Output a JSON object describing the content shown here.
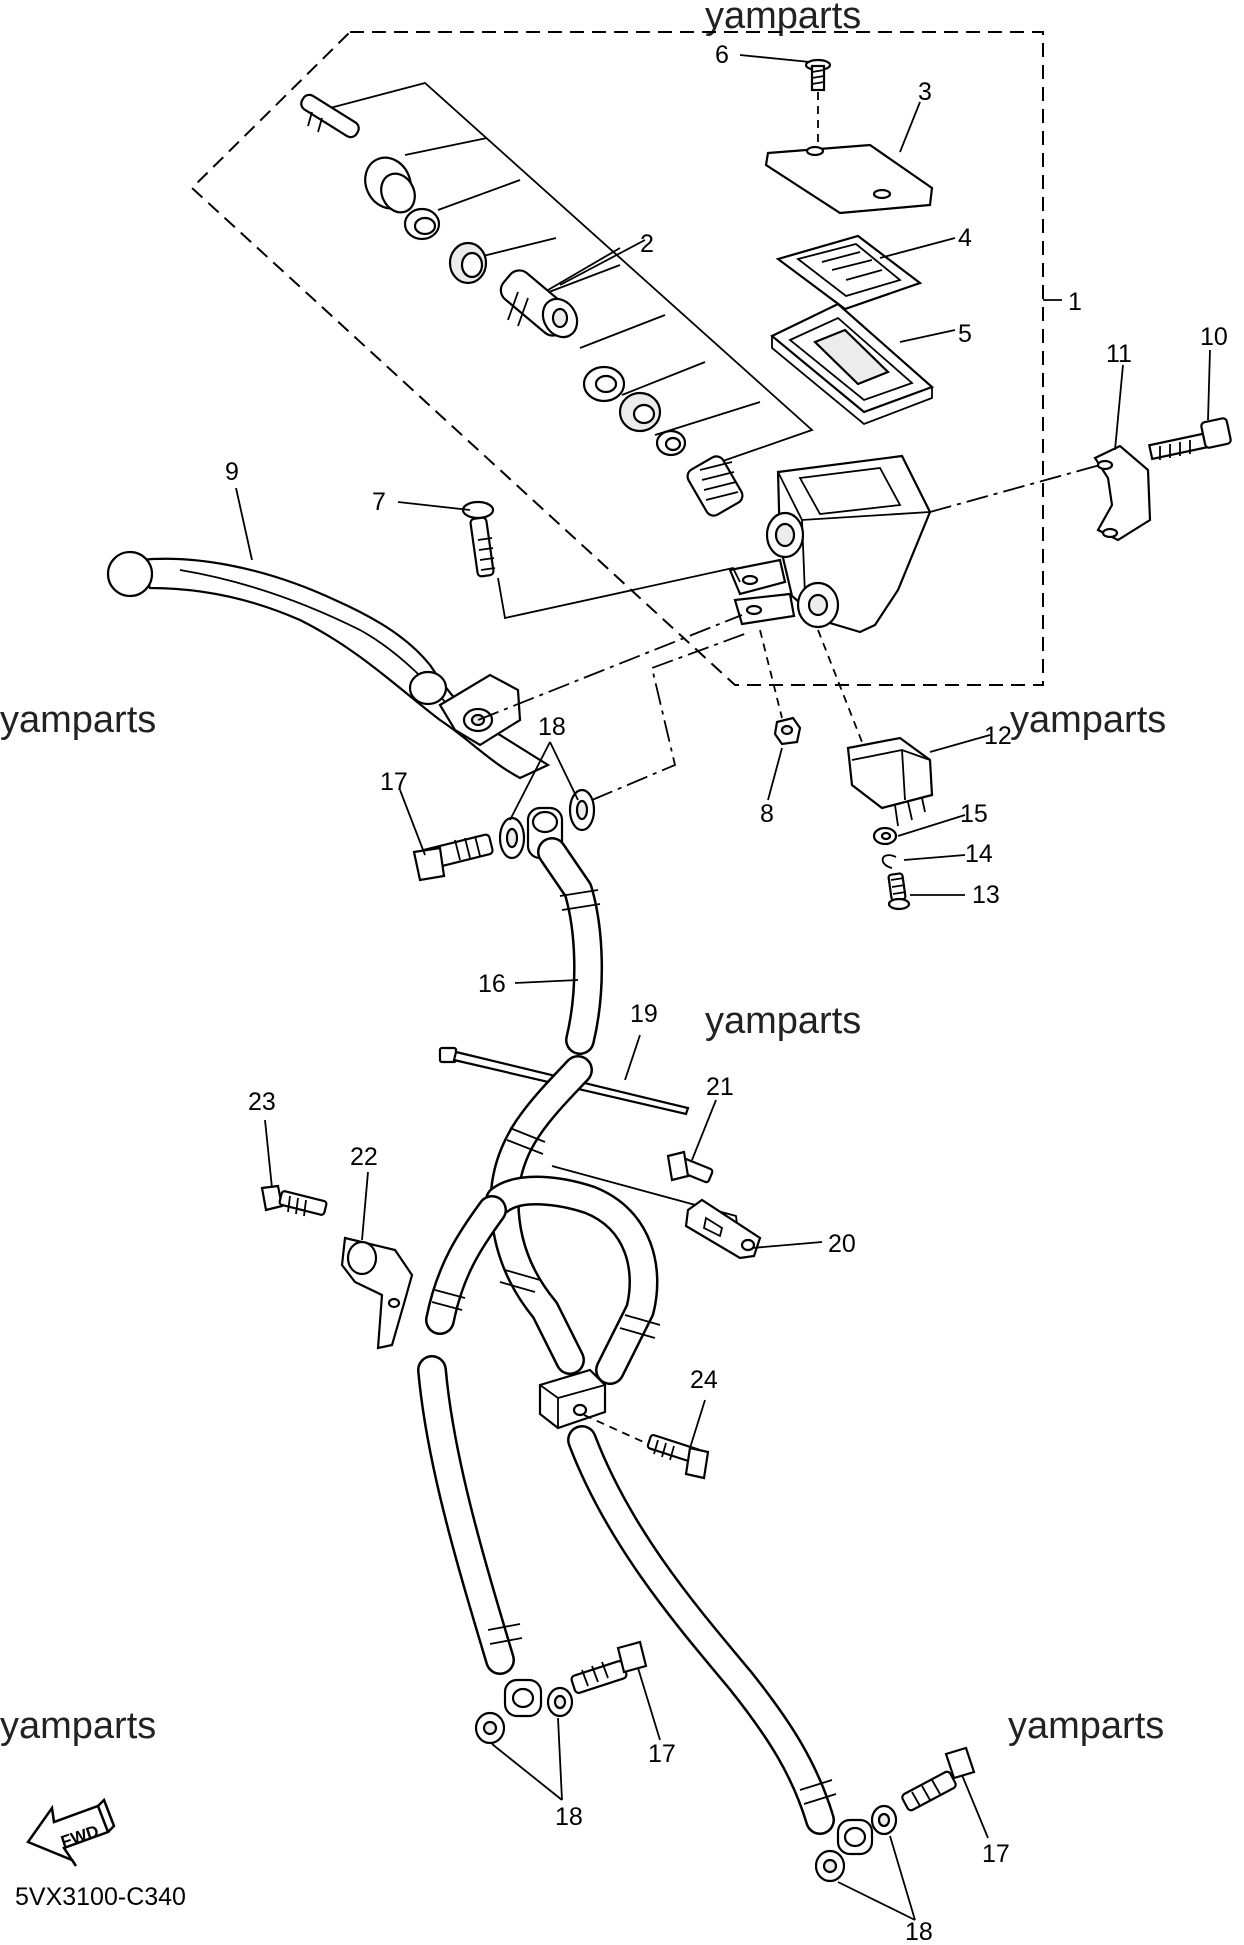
{
  "diagram": {
    "watermark": "yamparts",
    "code": "5VX3100-C340",
    "fwd_label": "FWD",
    "callouts": {
      "c1": "1",
      "c2": "2",
      "c3": "3",
      "c4": "4",
      "c5": "5",
      "c6": "6",
      "c7": "7",
      "c8": "8",
      "c9": "9",
      "c10": "10",
      "c11": "11",
      "c12": "12",
      "c13": "13",
      "c14": "14",
      "c15": "15",
      "c16": "16",
      "c17": "17",
      "c18": "18",
      "c19": "19",
      "c20": "20",
      "c21": "21",
      "c22": "22",
      "c23": "23",
      "c24": "24"
    }
  }
}
